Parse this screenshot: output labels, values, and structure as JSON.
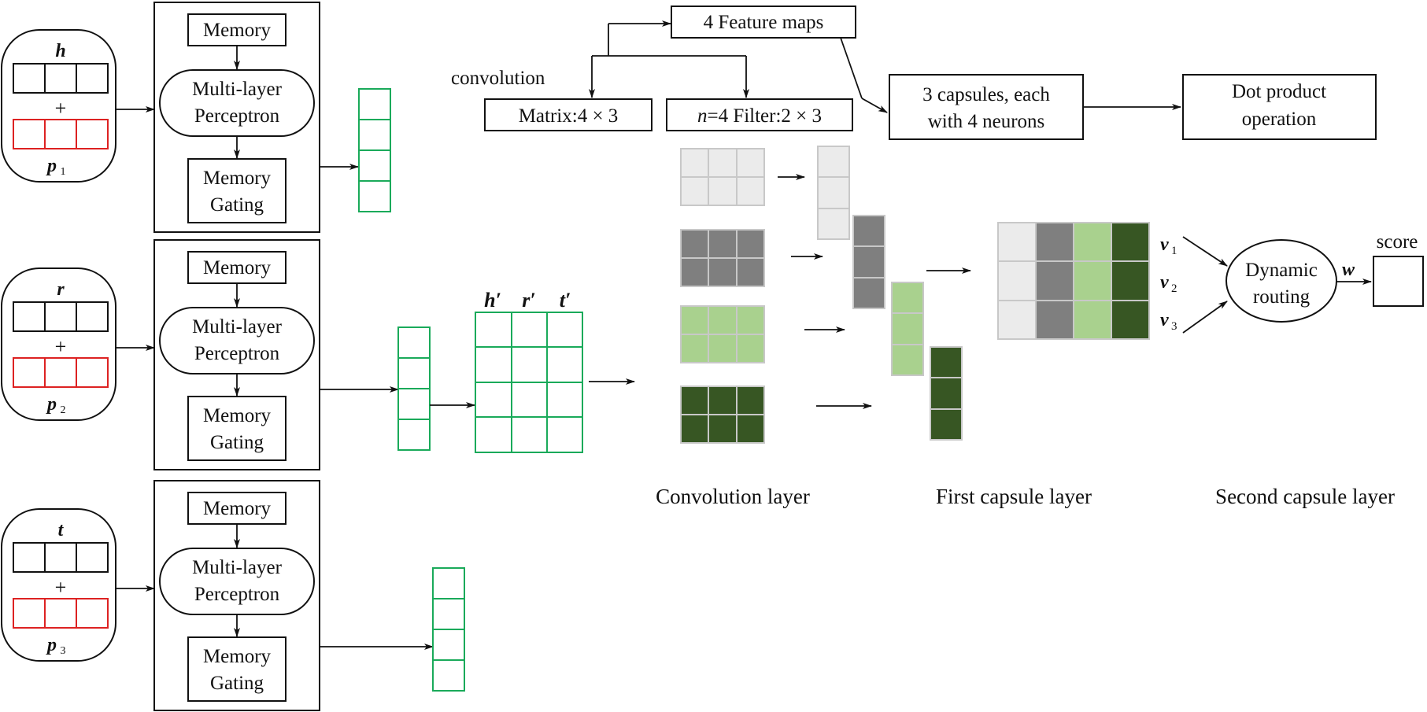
{
  "colors": {
    "ink": "#111111",
    "green_outline": "#1aaa5a",
    "red_outline": "#dd2222",
    "map_light": "#ebebeb",
    "map_gray": "#7f7f7f",
    "map_lightgreen": "#a9d18e",
    "map_darkgreen": "#375623",
    "cell_border": "#c8c8c8"
  },
  "inputs": [
    {
      "top_symbol": "h",
      "plus": "+",
      "pos_symbol": "p",
      "pos_sub": "1"
    },
    {
      "top_symbol": "r",
      "plus": "+",
      "pos_symbol": "p",
      "pos_sub": "2"
    },
    {
      "top_symbol": "t",
      "plus": "+",
      "pos_symbol": "p",
      "pos_sub": "3"
    }
  ],
  "memory_blocks": [
    {
      "memory": "Memory",
      "mlp_line1": "Multi-layer",
      "mlp_line2": "Perceptron",
      "gating_line1": "Memory",
      "gating_line2": "Gating"
    },
    {
      "memory": "Memory",
      "mlp_line1": "Multi-layer",
      "mlp_line2": "Perceptron",
      "gating_line1": "Memory",
      "gating_line2": "Gating"
    },
    {
      "memory": "Memory",
      "mlp_line1": "Multi-layer",
      "mlp_line2": "Perceptron",
      "gating_line1": "Memory",
      "gating_line2": "Gating"
    }
  ],
  "matrix_headers": [
    "h′",
    "r′",
    "t′"
  ],
  "top_flow": {
    "feature_maps": "4  Feature maps",
    "convolution": "convolution",
    "matrix_label": "Matrix:4 × 3",
    "filter_n": "n",
    "filter_rest": "=4  Filter:2 × 3",
    "capsules_line1": "3 capsules, each",
    "capsules_line2": "with 4 neurons",
    "dot_line1": "Dot product",
    "dot_line2": "operation"
  },
  "routing": {
    "v_symbol": "v",
    "v_subs": [
      "1",
      "2",
      "3"
    ],
    "dynamic_line1": "Dynamic",
    "dynamic_line2": "routing",
    "w_symbol": "w",
    "score": "score"
  },
  "layer_labels": {
    "convolution": "Convolution layer",
    "first_capsule": "First capsule layer",
    "second_capsule": "Second capsule layer"
  }
}
